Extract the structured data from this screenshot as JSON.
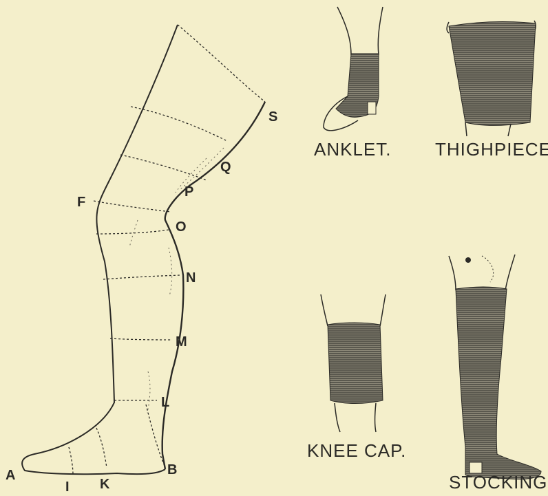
{
  "leg_diagram": {
    "point_labels": [
      "A",
      "I",
      "K",
      "B",
      "L",
      "M",
      "N",
      "O",
      "P",
      "Q",
      "S",
      "F"
    ]
  },
  "captions": {
    "anklet": "ANKLET.",
    "thighpiece": "THIGHPIECE.",
    "knee_cap": "KNEE CAP.",
    "stocking": "STOCKING."
  },
  "colors": {
    "paper": "#f4efcb",
    "ink": "#2b2a26",
    "bandage_fill": "#6d6a5c"
  }
}
